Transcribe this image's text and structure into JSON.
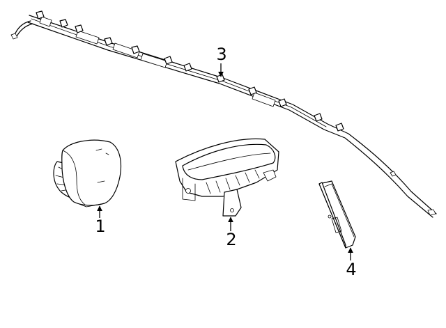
{
  "diagram": {
    "callouts": [
      {
        "id": "1",
        "label": "1"
      },
      {
        "id": "2",
        "label": "2"
      },
      {
        "id": "3",
        "label": "3"
      },
      {
        "id": "4",
        "label": "4"
      }
    ],
    "icons": {
      "part_1": "steering-wheel-airbag-icon",
      "part_2": "passenger-airbag-icon",
      "part_3": "curtain-airbag-icon",
      "part_4": "knee-airbag-icon"
    }
  }
}
